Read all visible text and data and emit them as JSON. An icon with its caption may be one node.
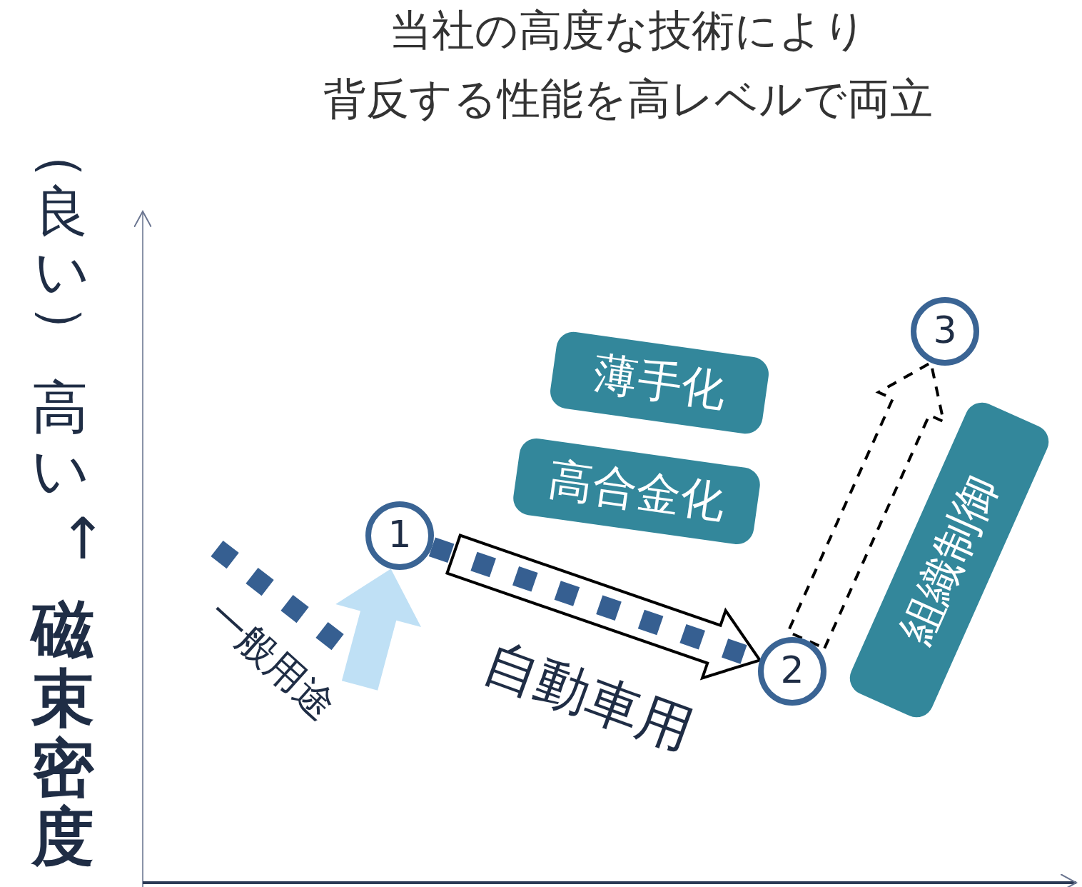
{
  "diagram": {
    "nodes": [
      {
        "text": [
          "1"
        ]
      },
      {
        "text": [
          "2"
        ]
      },
      {
        "text": [
          "3"
        ]
      },
      {
        "text": [
          "薄手化"
        ]
      },
      {
        "text": [
          "高合金化"
        ]
      },
      {
        "text": [
          "組織制御"
        ]
      }
    ],
    "edges": [
      {
        "from": null,
        "to": 0,
        "arrow": "to",
        "style": "thick",
        "color": "#bfe0f5"
      },
      {
        "from": 0,
        "to": 1,
        "arrow": "none",
        "style": "dashed",
        "color": "#365f91"
      },
      {
        "from": 0,
        "to": 1,
        "arrow": "to",
        "label": "自動車用"
      },
      {
        "from": 1,
        "to": 2,
        "arrow": "to",
        "style": "dashed"
      }
    ],
    "labels": [
      "当社の高度な技術により",
      "背反する性能を高レベルで両立",
      "（良い）",
      "高い",
      "↑",
      "磁束密度",
      "一般用途"
    ]
  }
}
